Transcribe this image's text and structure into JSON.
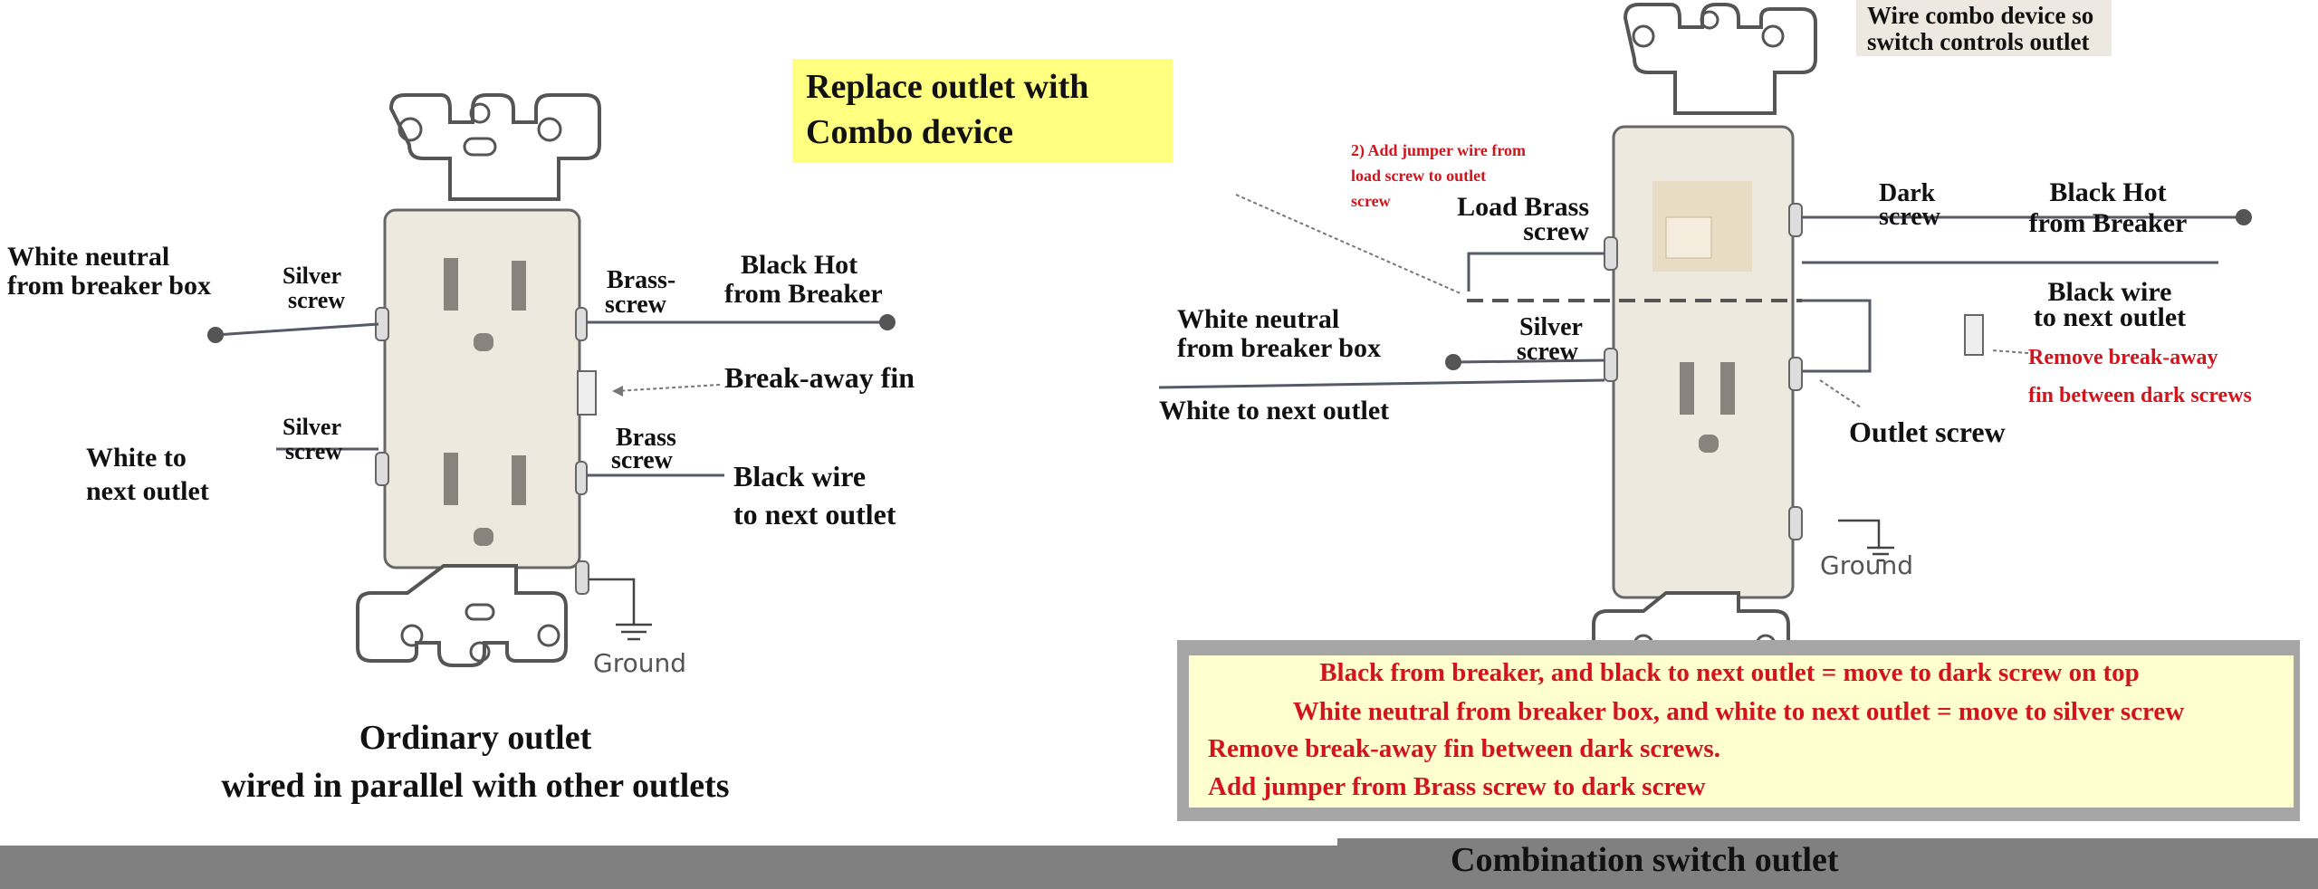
{
  "left": {
    "callout": [
      "Replace outlet with",
      "Combo device"
    ],
    "white_neutral": [
      "White neutral",
      "from breaker box"
    ],
    "silver_top": [
      "Silver",
      "screw"
    ],
    "brass_top": [
      "Brass-",
      "screw"
    ],
    "black_hot": [
      "Black Hot",
      "from Breaker"
    ],
    "breakaway": "Break-away fin",
    "silver_bottom": [
      "Silver",
      "screw"
    ],
    "white_next": [
      "White to",
      "next outlet"
    ],
    "brass_bottom": [
      "Brass",
      "screw"
    ],
    "black_next": [
      "Black wire",
      "to next outlet"
    ],
    "ground": "Ground",
    "caption": [
      "Ordinary outlet",
      "wired in parallel with other outlets"
    ]
  },
  "right": {
    "callout": [
      "Wire combo device so",
      "switch controls outlet"
    ],
    "jumper_note": [
      "2) Add jumper wire from",
      "load screw to outlet",
      "screw"
    ],
    "load_brass": [
      "Load Brass",
      "screw"
    ],
    "dark_screw": [
      "Dark",
      "screw"
    ],
    "black_hot": [
      "Black Hot",
      "from Breaker"
    ],
    "black_next": [
      "Black wire",
      "to next outlet"
    ],
    "white_neutral": [
      "White neutral",
      "from breaker box"
    ],
    "silver": [
      "Silver",
      "screw"
    ],
    "white_next": "White to next outlet",
    "remove_fin": [
      "Remove break-away",
      "fin between dark screws"
    ],
    "outlet_screw": "Outlet screw",
    "ground": "Ground",
    "instructions": [
      "Black from breaker, and black to next outlet = move to dark screw on top",
      "White neutral from breaker box, and white to next outlet = move to silver screw",
      "Remove break-away fin between dark screws.",
      "Add jumper from Brass screw to dark screw"
    ],
    "caption": "Combination switch outlet"
  },
  "colors": {
    "callout_yellow": "#ffff80",
    "note_red": "#d2141c",
    "overlay_gray": "#808080"
  }
}
